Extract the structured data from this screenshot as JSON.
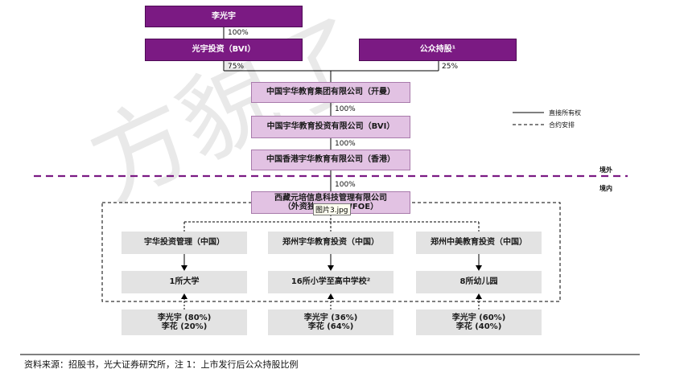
{
  "watermark": "方貌了",
  "top_person": "李光宇",
  "bvi_holding": "光宇投资（BVI）",
  "public_holding": "公众持股¹",
  "pct_top": "100%",
  "pct_left": "75%",
  "pct_right": "25%",
  "cayman": "中国宇华教育集团有限公司（开曼）",
  "pct_cayman": "100%",
  "bvi_sub": "中国宇华教育投资有限公司（BVI）",
  "pct_bvi_sub": "100%",
  "hk_sub": "中国香港宇华教育有限公司（香港）",
  "pct_hk": "100%",
  "wfoe_line1": "西藏元培信息科技管理有限公司",
  "wfoe_line2_start": "（外资独",
  "wfoe_line2_end": "WFOE）",
  "tooltip": "图片3.jpg",
  "offshore_label": "境外",
  "onshore_label": "境内",
  "legend": {
    "solid": "直接所有权",
    "dashed": "合约安排"
  },
  "holding_cos": [
    "宇华投资管理（中国）",
    "郑州宇华教育投资（中国）",
    "郑州中美教育投资（中国）"
  ],
  "schools": [
    "1所大学",
    "16所小学至高中学校²",
    "8所幼儿园"
  ],
  "owners": [
    {
      "a": "李光宇 (80%)",
      "b": "李花 (20%)"
    },
    {
      "a": "李光宇 (36%)",
      "b": "李花 (64%)"
    },
    {
      "a": "李光宇 (60%)",
      "b": "李花 (40%)"
    }
  ],
  "footer": "资料来源：招股书，光大证券研究所，注 1：上市发行后公众持股比例"
}
